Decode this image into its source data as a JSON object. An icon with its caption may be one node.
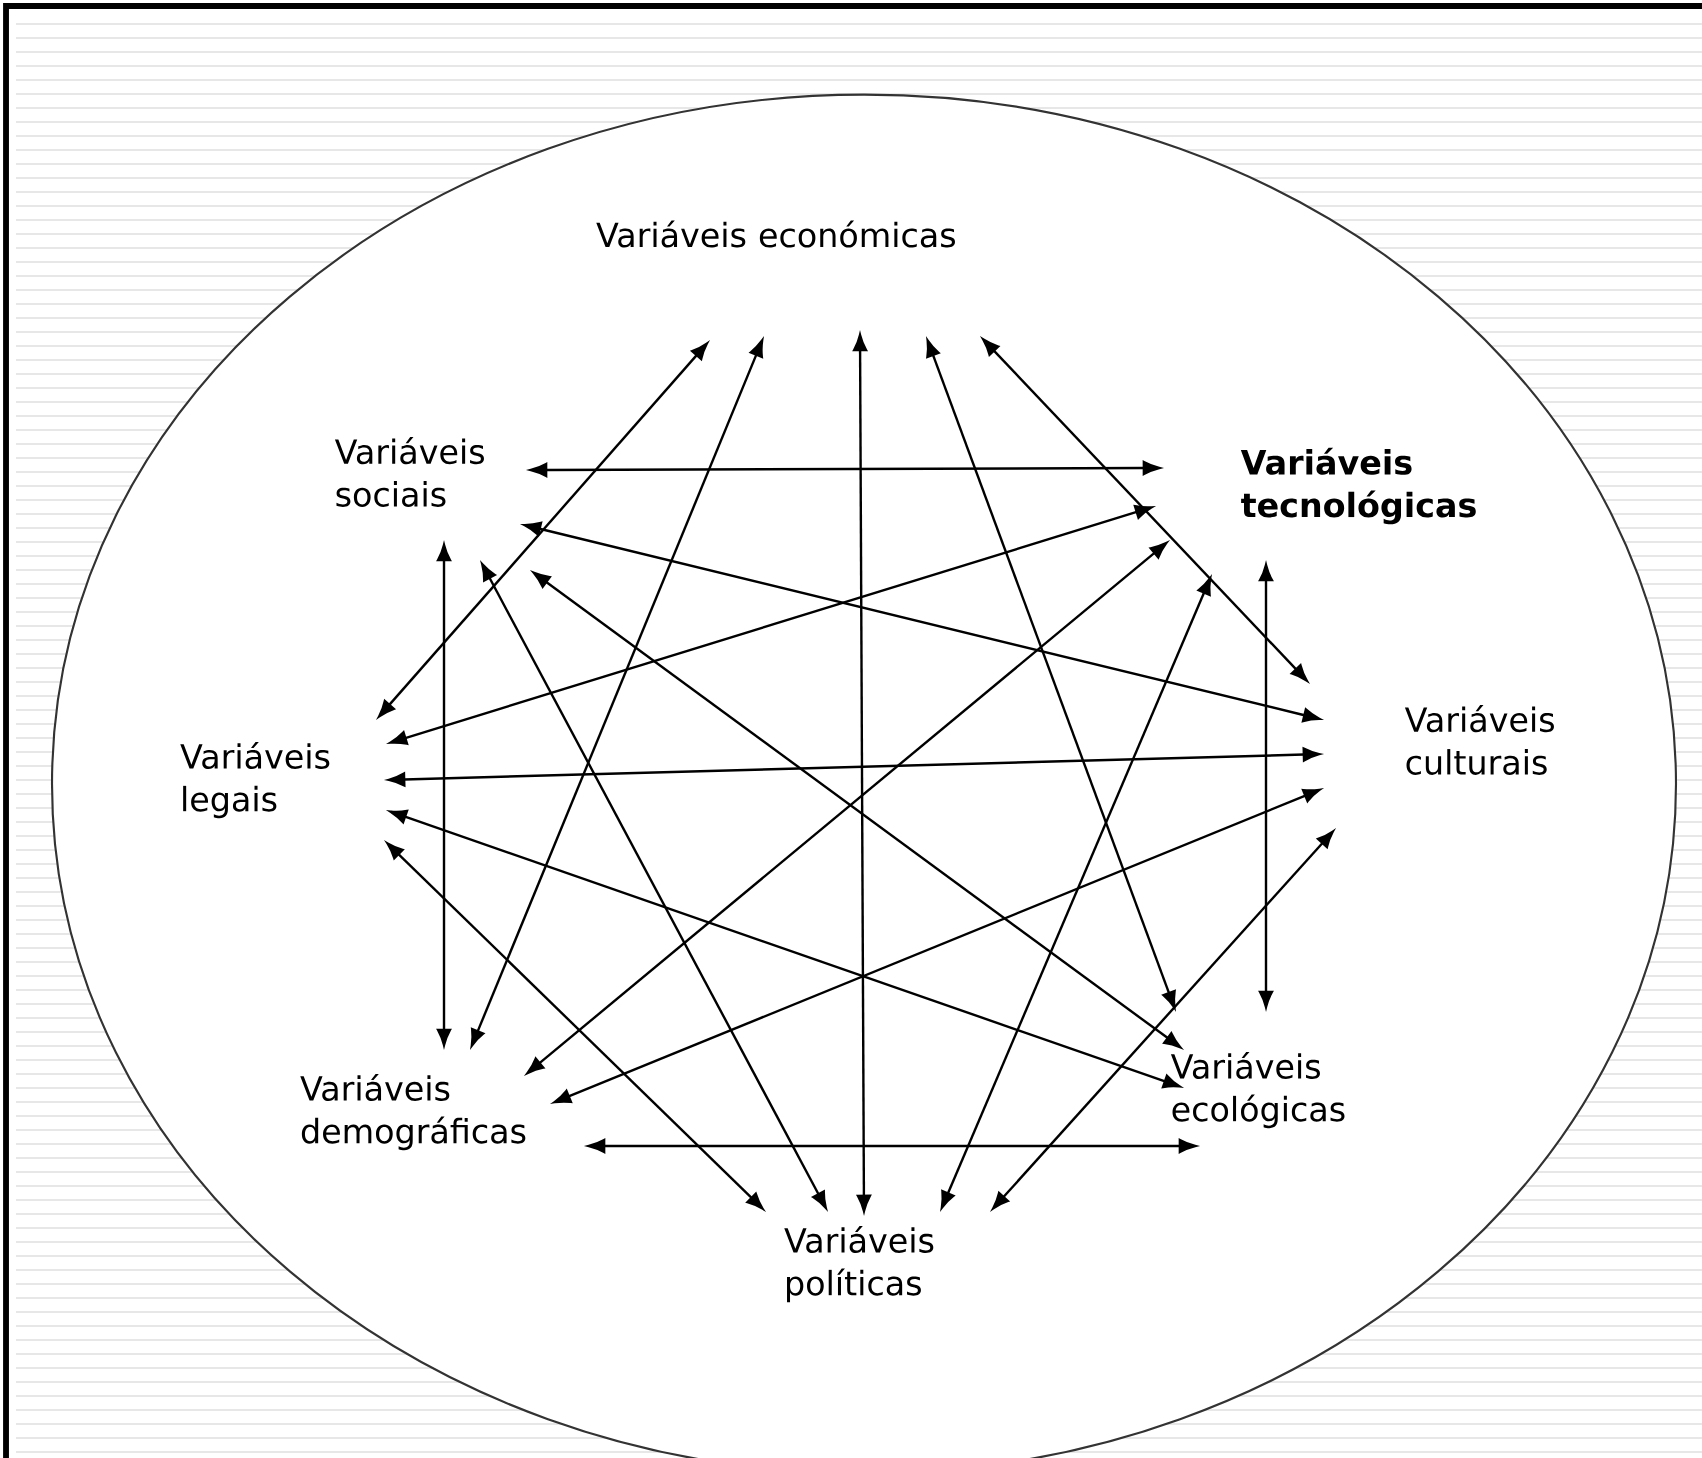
{
  "diagram": {
    "nodes": [
      {
        "text": [],
        "shape": "ellipse"
      },
      {
        "text": [
          "Variáveis   económicas"
        ],
        "in": 0
      },
      {
        "text": [
          "Variáveis sociais"
        ],
        "in": 0
      },
      {
        "text": [
          "Variáveis tecnológicas"
        ],
        "in": 0
      },
      {
        "text": [
          "Variáveis legais"
        ],
        "in": 0
      },
      {
        "text": [
          "Variáveis culturais"
        ],
        "in": 0
      },
      {
        "text": [
          "Variáveis demográficas"
        ],
        "in": 0
      },
      {
        "text": [
          "Variáveis ecológicas"
        ],
        "in": 0
      },
      {
        "text": [
          "Variáveis políticas"
        ],
        "in": 0
      }
    ],
    "edges": [
      {
        "from": 1,
        "to": 5,
        "arrow": "both"
      },
      {
        "from": 1,
        "to": 7,
        "arrow": "both"
      },
      {
        "from": 1,
        "to": 8,
        "arrow": "both"
      },
      {
        "from": 1,
        "to": 6,
        "arrow": "both"
      },
      {
        "from": 1,
        "to": 4,
        "arrow": "both"
      },
      {
        "from": 3,
        "to": 7,
        "arrow": "both"
      },
      {
        "from": 3,
        "to": 8,
        "arrow": "both"
      },
      {
        "from": 3,
        "to": 6,
        "arrow": "both"
      },
      {
        "from": 3,
        "to": 4,
        "arrow": "both"
      },
      {
        "from": 3,
        "to": 2,
        "arrow": "both"
      },
      {
        "from": 5,
        "to": 8,
        "arrow": "both"
      },
      {
        "from": 5,
        "to": 6,
        "arrow": "both"
      },
      {
        "from": 5,
        "to": 4,
        "arrow": "both"
      },
      {
        "from": 5,
        "to": 2,
        "arrow": "both"
      },
      {
        "from": 7,
        "to": 6,
        "arrow": "both"
      },
      {
        "from": 7,
        "to": 4,
        "arrow": "both"
      },
      {
        "from": 7,
        "to": 2,
        "arrow": "both"
      },
      {
        "from": 8,
        "to": 4,
        "arrow": "both"
      },
      {
        "from": 8,
        "to": 2,
        "arrow": "both"
      },
      {
        "from": 6,
        "to": 2,
        "arrow": "both"
      }
    ]
  }
}
